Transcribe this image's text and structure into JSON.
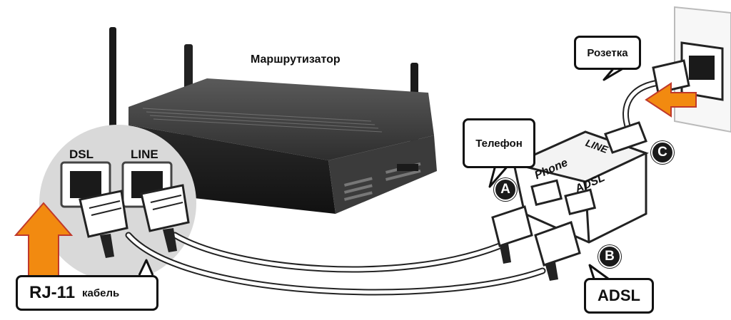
{
  "router_label": "Маршрутизатор",
  "router_ports": {
    "dsl": "DSL",
    "line": "LINE"
  },
  "callouts": {
    "telephone": "Телефон",
    "socket": "Розетка",
    "adsl": "ADSL"
  },
  "cable_label": {
    "type": "RJ-11",
    "word": "кабель"
  },
  "splitter_ports": {
    "line": "LINE",
    "phone": "Phone",
    "adsl": "ADSL"
  },
  "markers": {
    "a": "A",
    "b": "B",
    "c": "C"
  },
  "colors": {
    "arrow_fill": "#f28a10",
    "arrow_stroke": "#c0392b",
    "router_body": "#3a3a3a",
    "highlight_circle": "#d9d9d9"
  },
  "icons": [
    "router-icon",
    "splitter-icon",
    "wall-socket-icon",
    "arrow-up-icon",
    "arrow-left-icon"
  ]
}
